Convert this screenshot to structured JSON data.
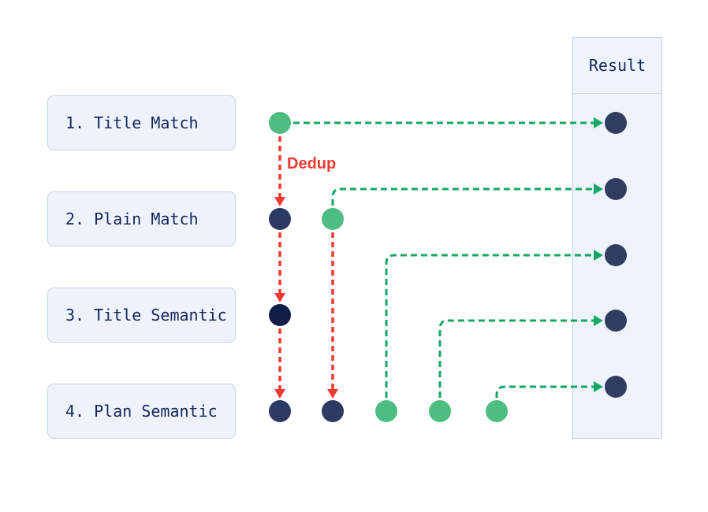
{
  "stages": [
    {
      "label": "1. Title Match"
    },
    {
      "label": "2. Plain Match"
    },
    {
      "label": "3. Title Semantic"
    },
    {
      "label": "4. Plan Semantic"
    }
  ],
  "result": {
    "header": "Result"
  },
  "dedup_label": "Dedup",
  "colors": {
    "green_dot": "#4ebd82",
    "green_line": "#14a765",
    "red": "#ef3a31",
    "navy": "#2c3a64",
    "deep_navy": "#101d46",
    "result_dot": "#313d60",
    "box_bg": "#edf2fb",
    "box_border": "#c7d4ef",
    "panel_bg": "#eef3fc",
    "panel_border": "#c2cfec",
    "text_navy": "#16275b"
  },
  "diagram": {
    "nodes": [
      {
        "id": "title-match-candidate",
        "row": 0,
        "lane": 0,
        "color": "green_dot"
      },
      {
        "id": "plain-match-dup",
        "row": 1,
        "lane": 0,
        "color": "navy"
      },
      {
        "id": "plain-match-candidate",
        "row": 1,
        "lane": 1,
        "color": "green_dot"
      },
      {
        "id": "title-semantic-dup",
        "row": 2,
        "lane": 0,
        "color": "deep_navy"
      },
      {
        "id": "plan-semantic-dup-1",
        "row": 3,
        "lane": 0,
        "color": "navy"
      },
      {
        "id": "plan-semantic-dup-2",
        "row": 3,
        "lane": 1,
        "color": "navy"
      },
      {
        "id": "plan-semantic-cand-1",
        "row": 3,
        "lane": 2,
        "color": "green_dot"
      },
      {
        "id": "plan-semantic-cand-2",
        "row": 3,
        "lane": 3,
        "color": "green_dot"
      },
      {
        "id": "plan-semantic-cand-3",
        "row": 3,
        "lane": 4,
        "color": "green_dot"
      }
    ],
    "result_nodes": [
      {
        "id": "result-1"
      },
      {
        "id": "result-2"
      },
      {
        "id": "result-3"
      },
      {
        "id": "result-4"
      },
      {
        "id": "result-5"
      }
    ],
    "promote_edges": [
      {
        "from_lane": 0,
        "from_row": 0,
        "to_result": 0
      },
      {
        "from_lane": 1,
        "from_row": 1,
        "to_result": 1
      },
      {
        "from_lane": 2,
        "from_row": 3,
        "to_result": 2
      },
      {
        "from_lane": 3,
        "from_row": 3,
        "to_result": 3
      },
      {
        "from_lane": 4,
        "from_row": 3,
        "to_result": 4
      }
    ],
    "dedup_edges": [
      {
        "lane": 0,
        "from_row": 0,
        "to_row": 1
      },
      {
        "lane": 0,
        "from_row": 1,
        "to_row": 2
      },
      {
        "lane": 0,
        "from_row": 2,
        "to_row": 3
      },
      {
        "lane": 1,
        "from_row": 1,
        "to_row": 3
      }
    ]
  }
}
